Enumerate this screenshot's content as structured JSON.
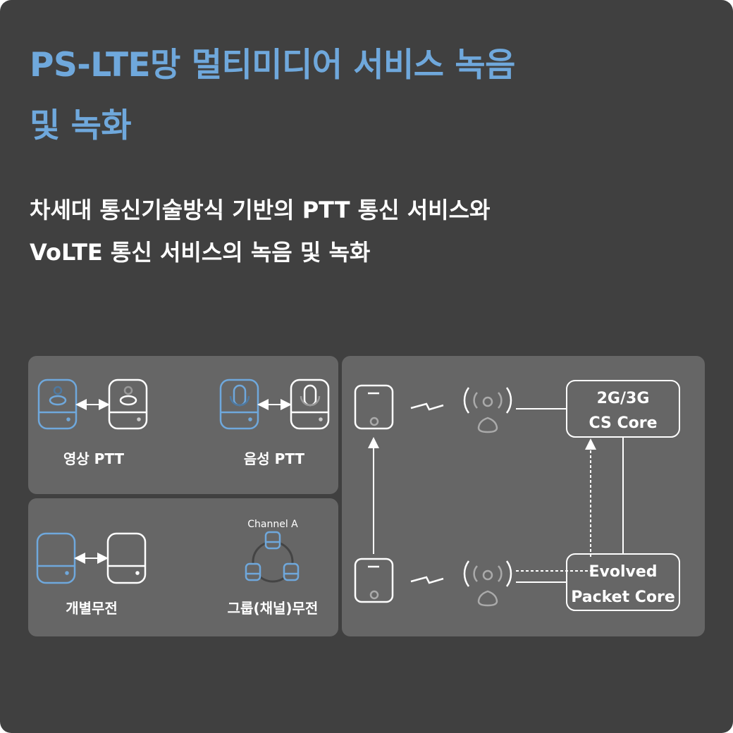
{
  "title": {
    "line1": "PS-LTE망 멀티미디어 서비스 녹음",
    "line2": "및 녹화"
  },
  "subtitle": {
    "line1": "차세대 통신기술방식 기반의 PTT 통신 서비스와",
    "line2": "VoLTE 통신 서비스의 녹음 및 녹화"
  },
  "ptt": {
    "video_label": "영상 PTT",
    "voice_label": "음성 PTT"
  },
  "radio": {
    "individual_label": "개별무전",
    "group_label": "그룹(채널)무전",
    "channel_label": "Channel A"
  },
  "network": {
    "cs_core_line1": "2G/3G",
    "cs_core_line2": "CS Core",
    "epc_line1": "Evolved",
    "epc_line2": "Packet Core"
  },
  "colors": {
    "background": "#404040",
    "panel": "#666666",
    "accent": "#6fa8dc"
  }
}
